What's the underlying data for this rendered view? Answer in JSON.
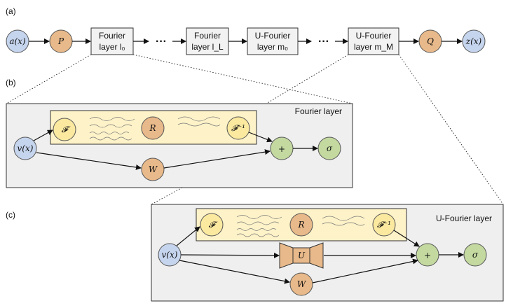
{
  "colors": {
    "blue": "#c6d5ee",
    "orange": "#e8b98a",
    "yellow": "#fbe9a0",
    "green": "#c3d9a0",
    "panel": "#efefef",
    "fourier_band": "#fdf2c8",
    "box": "#f2f2f2"
  },
  "labels": {
    "a": "(a)",
    "b": "(b)",
    "c": "(c)"
  },
  "top": {
    "a_x": "a(x)",
    "P": "P",
    "Q": "Q",
    "z_x": "z(x)",
    "fourier_l0_line1": "Fourier",
    "fourier_l0_line2": "layer l₀",
    "fourier_lL_line1": "Fourier",
    "fourier_lL_line2": "layer l_L",
    "ufourier_m0_line1": "U-Fourier",
    "ufourier_m0_line2": "layer m₀",
    "ufourier_mM_line1": "U-Fourier",
    "ufourier_mM_line2": "layer m_M",
    "dots": "···"
  },
  "panel_b": {
    "title": "Fourier layer",
    "v": "v(x)",
    "F": "𝓕",
    "R": "R",
    "Finv": "𝓕⁻¹",
    "W": "W",
    "plus": "+",
    "sigma": "σ"
  },
  "panel_c": {
    "title": "U-Fourier layer",
    "v": "v(x)",
    "F": "𝓕",
    "R": "R",
    "Finv": "𝓕⁻¹",
    "U": "U",
    "W": "W",
    "plus": "+",
    "sigma": "σ"
  }
}
